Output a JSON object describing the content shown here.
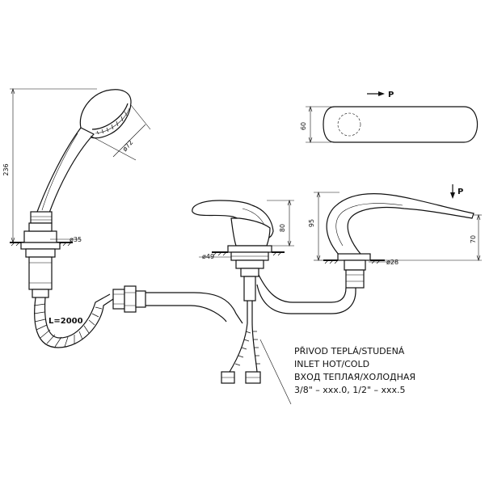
{
  "dimensions": {
    "hand_shower_height": "236",
    "shower_head_diameter": "ø72",
    "shower_holder_diameter": "ø35",
    "hose_length": "L=2000",
    "spout_top_width": "60",
    "mixer_height": "80",
    "mixer_base_diameter": "ø49",
    "spout_height": "95",
    "spout_outlet_height": "70",
    "spout_base_diameter": "ø28"
  },
  "flow_labels": {
    "top": "P",
    "side": "P"
  },
  "inlet_note": {
    "line_cz": "PŘIVOD TEPLÁ/STUDENÁ",
    "line_en": "INLET HOT/COLD",
    "line_ru": "ВХОД ТЕПЛАЯ/ХОЛОДНАЯ",
    "line_thread": "3/8\" – xxx.0, 1/2\" – xxx.5"
  }
}
